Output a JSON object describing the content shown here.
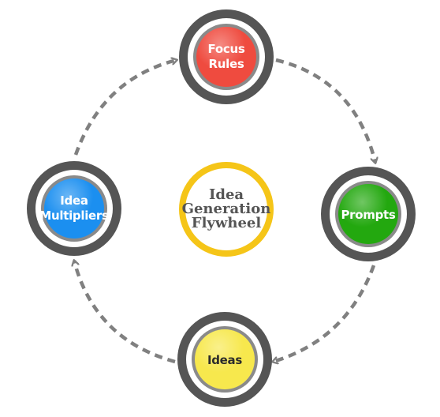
{
  "diagram": {
    "center": {
      "lines": [
        "Idea",
        "Generation",
        "Flywheel"
      ],
      "ring_color": "#f5c518"
    },
    "nodes": [
      {
        "id": "focus-rules",
        "lines": [
          "Focus",
          "Rules"
        ],
        "fill": "#ef4b3f",
        "text_color": "#ffffff"
      },
      {
        "id": "prompts",
        "lines": [
          "Prompts"
        ],
        "fill": "#23a80f",
        "text_color": "#ffffff"
      },
      {
        "id": "ideas",
        "lines": [
          "Ideas"
        ],
        "fill": "#f7e84d",
        "text_color": "#2b2b2b"
      },
      {
        "id": "idea-multipliers",
        "lines": [
          "Idea",
          "Multipliers"
        ],
        "fill": "#1b8ff0",
        "text_color": "#ffffff"
      }
    ],
    "ring_outer_color": "#555555",
    "arrow_color": "#808080"
  }
}
